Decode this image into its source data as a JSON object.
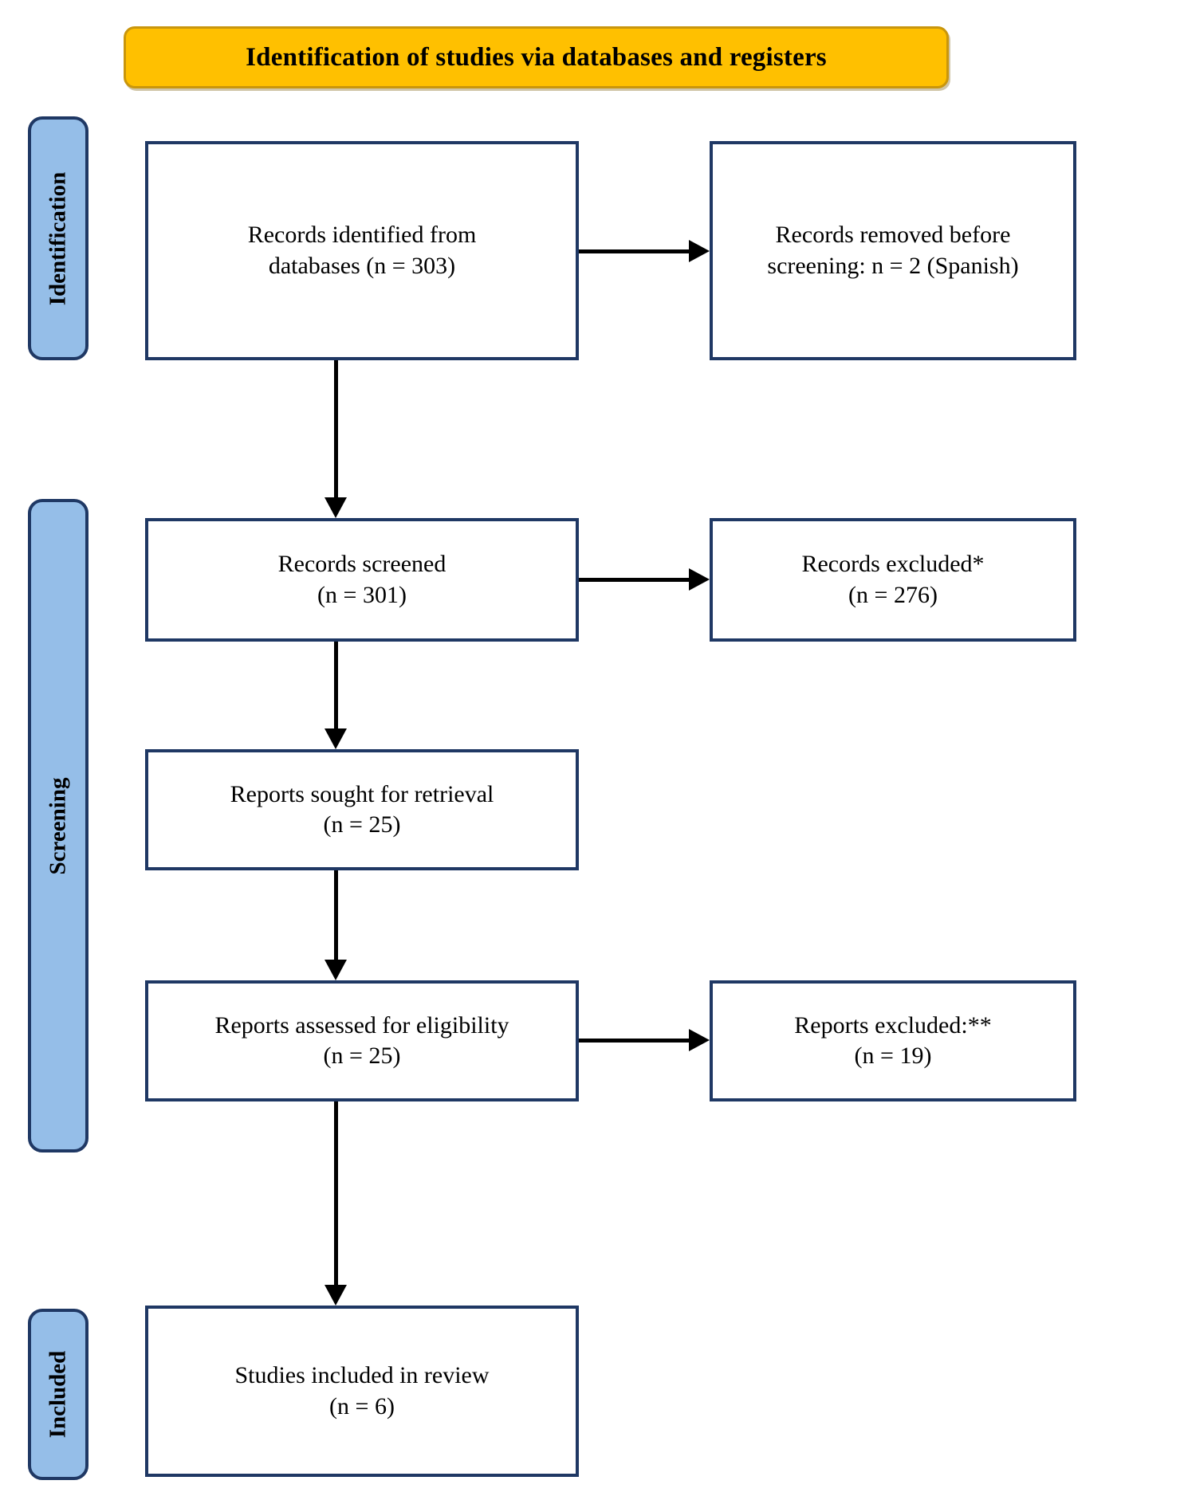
{
  "diagram": {
    "type": "prisma-flow-diagram",
    "banner": {
      "title": "Identification of studies via databases and registers",
      "color": "#FFC000"
    },
    "phases": [
      {
        "id": "identification",
        "label": "Identification"
      },
      {
        "id": "screening",
        "label": "Screening"
      },
      {
        "id": "included",
        "label": "Included"
      }
    ],
    "colors": {
      "banner_fill": "#FFC000",
      "phase_fill": "#95BEE8",
      "border": "#1F3864",
      "arrow": "#000000",
      "box_fill": "#FFFFFF"
    },
    "boxes": {
      "identified": {
        "line1": "Records identified from",
        "line2": "databases (n = 303)",
        "n": 303
      },
      "removed": {
        "line1": "Records removed before",
        "line2": "screening: n = 2 (Spanish)",
        "n": 2
      },
      "screened": {
        "line1": "Records screened",
        "line2": "(n = 301)",
        "n": 301
      },
      "excluded": {
        "line1": "Records excluded*",
        "line2": "(n = 276)",
        "n": 276
      },
      "sought": {
        "line1": "Reports sought for retrieval",
        "line2": "(n = 25)",
        "n": 25
      },
      "assessed": {
        "line1": "Reports assessed for eligibility",
        "line2": "(n = 25)",
        "n": 25
      },
      "reports_excluded": {
        "line1": "Reports excluded:**",
        "line2": "(n = 19)",
        "n": 19
      },
      "included_review": {
        "line1": "Studies included in review",
        "line2": "(n = 6)",
        "n": 6
      }
    },
    "arrows": [
      {
        "id": "identified-to-removed",
        "from": "identified",
        "to": "removed",
        "direction": "right"
      },
      {
        "id": "identified-to-screened",
        "from": "identified",
        "to": "screened",
        "direction": "down"
      },
      {
        "id": "screened-to-excluded",
        "from": "screened",
        "to": "excluded",
        "direction": "right"
      },
      {
        "id": "screened-to-sought",
        "from": "screened",
        "to": "sought",
        "direction": "down"
      },
      {
        "id": "sought-to-assessed",
        "from": "sought",
        "to": "assessed",
        "direction": "down"
      },
      {
        "id": "assessed-to-reports-excluded",
        "from": "assessed",
        "to": "reports_excluded",
        "direction": "right"
      },
      {
        "id": "assessed-to-included",
        "from": "assessed",
        "to": "included_review",
        "direction": "down"
      }
    ]
  }
}
